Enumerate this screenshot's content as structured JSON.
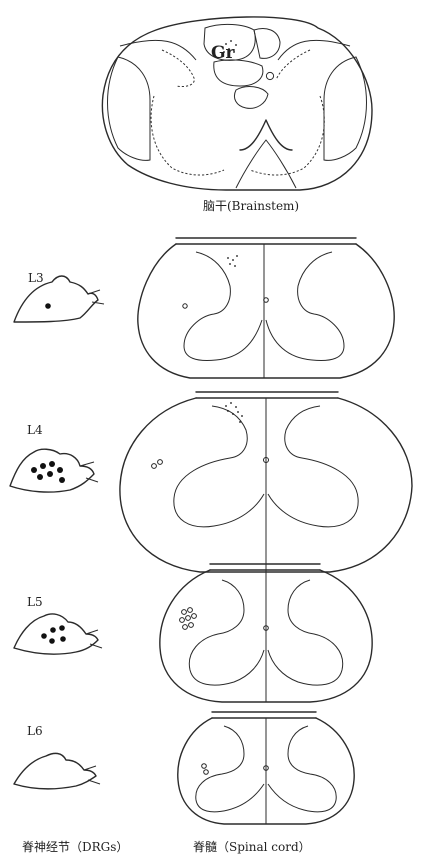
{
  "labels": {
    "gr": "Gr",
    "brainstem": "脑干(Brainstem)",
    "l3": "L3",
    "l4": "L4",
    "l5": "L5",
    "l6": "L6",
    "drgs": "脊神经节（DRGs）",
    "spinal_cord": "脊髓（Spinal cord）"
  },
  "drg_labeled_cells": {
    "l3": 1,
    "l4": 7,
    "l5": 5,
    "l6": 0
  }
}
